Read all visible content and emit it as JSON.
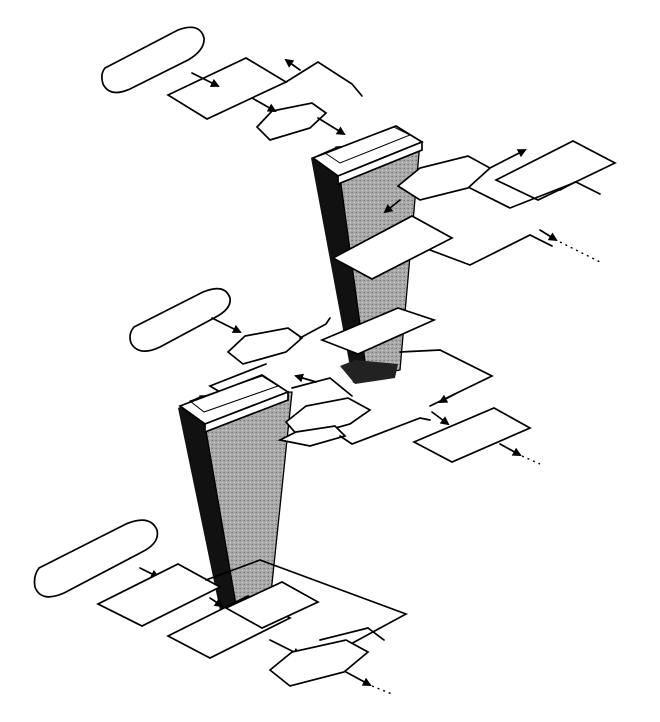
{
  "diagram": {
    "kind": "isometric-flowchart",
    "colors": {
      "ink": "#000000",
      "paper": "#ffffff",
      "column_face": "#a9a9a9",
      "column_side": "#111111"
    },
    "icons": [
      "terminator-shape",
      "process-box",
      "decision-diamond",
      "flow-arrow",
      "vertical-column"
    ]
  }
}
